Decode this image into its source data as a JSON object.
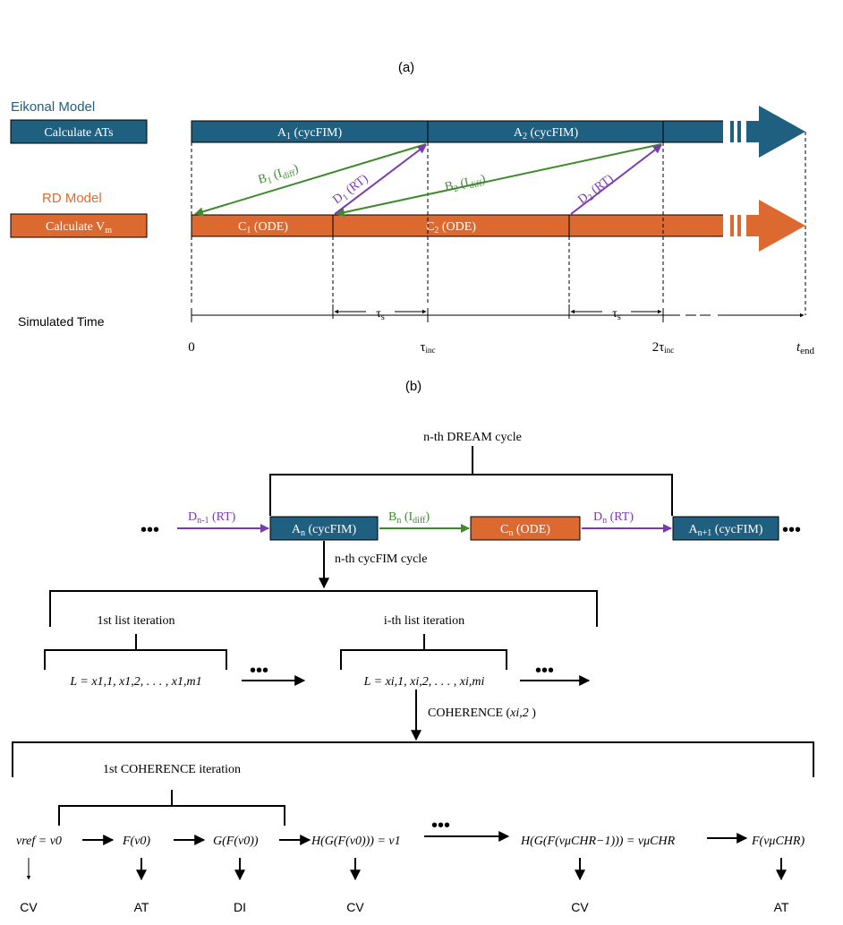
{
  "colors": {
    "eikonal": "#1f5f7f",
    "rd": "#dc6a30",
    "green": "#3f8a2e",
    "purple": "#7a38b3",
    "black": "#000000"
  },
  "panel_a": {
    "label": "(a)",
    "eikonal_title": "Eikonal Model",
    "eikonal_box": "Calculate ATs",
    "rd_title": "RD Model",
    "rd_box": {
      "main": "Calculate V",
      "sub": "m"
    },
    "blocks": {
      "a1": {
        "main": "A",
        "sub": "1",
        "rest": " (cycFIM)"
      },
      "a2": {
        "main": "A",
        "sub": "2",
        "rest": " (cycFIM)"
      },
      "c1": {
        "main": "C",
        "sub": "1",
        "rest": " (ODE)"
      },
      "c2": {
        "main": "C",
        "sub": "2",
        "rest": " (ODE)"
      }
    },
    "arrows": {
      "b1": {
        "main": "B",
        "sub": "1",
        "pre": " (I",
        "sub2": "diff",
        "post": ")"
      },
      "b2": {
        "main": "B",
        "sub": "2",
        "pre": " (I",
        "sub2": "diff",
        "post": ")"
      },
      "d1": {
        "main": "D",
        "sub": "1",
        "rest": " (RT)"
      },
      "d2": {
        "main": "D",
        "sub": "2",
        "rest": " (RT)"
      }
    },
    "tau_s": {
      "main": "τ",
      "sub": "s"
    },
    "time_label": "Simulated Time",
    "ticks": {
      "zero": "0",
      "tinc": {
        "main": "τ",
        "sub": "inc"
      },
      "two_tinc": {
        "pre": "2",
        "main": "τ",
        "sub": "inc"
      },
      "tend": {
        "main": "t",
        "sub": "end"
      }
    }
  },
  "panel_b": {
    "label": "(b)",
    "dream_cycle": "n-th DREAM cycle",
    "ellipsis": "•••",
    "nodes": {
      "an": {
        "main": "A",
        "sub": "n",
        "rest": " (cycFIM)"
      },
      "cn": {
        "main": "C",
        "sub": "n",
        "rest": " (ODE)"
      },
      "an1": {
        "main": "A",
        "sub": "n+1",
        "rest": " (cycFIM)"
      }
    },
    "edges": {
      "dn1": {
        "main": "D",
        "sub": "n-1",
        "rest": " (RT)"
      },
      "bn": {
        "main": "B",
        "sub": "n",
        "pre": " (I",
        "sub2": "diff",
        "post": ")"
      },
      "dn": {
        "main": "D",
        "sub": "n",
        "rest": " (RT)"
      }
    },
    "cycfim_cycle": "n-th cycFIM cycle",
    "list1": "1st list iteration",
    "listi": "i-th list iteration",
    "list1_expr": "L = x1,1, x1,2, . . . , x1,m1",
    "listi_expr": "L = xi,1, xi,2, . . . , xi,mi",
    "coherence": "COHERENCE (",
    "coherence_arg": "xi,2",
    "coherence_close": " )",
    "coh_iter": "1st COHERENCE iteration",
    "expressions": {
      "vref": "vref = v0",
      "f0": "F(v0)",
      "g0": "G(F(v0))",
      "h0": "H(G(F(v0))) = v1",
      "hmu": "H(G(F(vμCHR−1))) = vμCHR",
      "fmu": "F(vμCHR)"
    },
    "outputs": [
      "CV",
      "AT",
      "DI",
      "CV",
      "CV",
      "AT"
    ]
  }
}
